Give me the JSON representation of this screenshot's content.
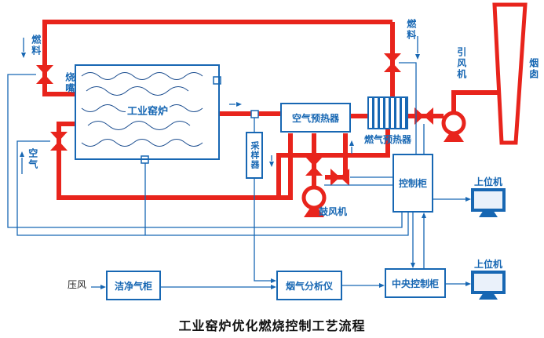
{
  "title": "工业窑炉优化燃烧控制工艺流程",
  "colors": {
    "pipe": "#e8241c",
    "line": "#1767b3"
  },
  "labels": {
    "fuel_left": "燃料",
    "burner": "烧嘴",
    "air": "空气",
    "furnace": "工业窑炉",
    "sampler": "采样器",
    "air_preheater": "空气预热器",
    "gas_preheater": "燃气预热器",
    "fuel_right": "燃料",
    "induced_fan": "引风机",
    "chimney": "烟囱",
    "blower": "鼓风机",
    "control_cabinet": "控制柜",
    "host_computer_top": "上位机",
    "host_computer_bottom": "上位机",
    "compressed_air": "压风",
    "clean_gas_cabinet": "洁净气柜",
    "flue_gas_analyzer": "烟气分析仪",
    "central_control_cabinet": "中央控制柜"
  }
}
